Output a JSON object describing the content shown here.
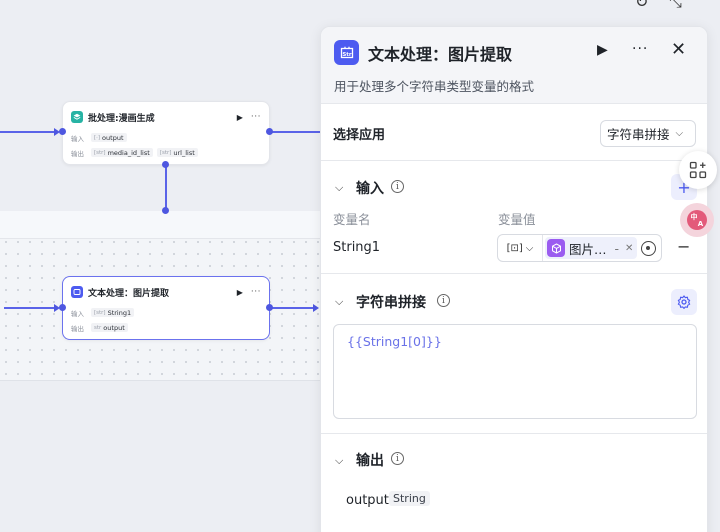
{
  "canvas": {
    "node_batch": {
      "title": "批处理:漫画生成",
      "input_label": "输入",
      "input_tag_type": "[·]",
      "input_tag_value": "output",
      "output_label": "输出",
      "output_tag1_type": "[str]",
      "output_tag1_value": "media_id_list",
      "output_tag2_type": "[str]",
      "output_tag2_value": "url_list"
    },
    "node_text": {
      "title": "文本处理：图片提取",
      "input_label": "输入",
      "input_tag_type": "[str]",
      "input_tag_value": "String1",
      "output_label": "输出",
      "output_tag_type": "str",
      "output_tag_value": "output"
    }
  },
  "panel": {
    "title": "文本处理：图片提取",
    "description": "用于处理多个字符串类型变量的格式",
    "select_app_label": "选择应用",
    "select_app_value": "字符串拼接",
    "input_section_title": "输入",
    "col_var_name": "变量名",
    "col_var_value": "变量值",
    "var_name": "String1",
    "var_type_glyph": "[⊡]",
    "var_ref_label": "图片…",
    "var_ref_sep": "-",
    "concat_section_title": "字符串拼接",
    "template_text": "{{String1[0]}}",
    "output_section_title": "输出",
    "output_name": "output",
    "output_type": "String"
  },
  "colors": {
    "accent": "#4d5bf0",
    "edge": "#5a63e8",
    "ref_icon": "#9b5cf0"
  }
}
